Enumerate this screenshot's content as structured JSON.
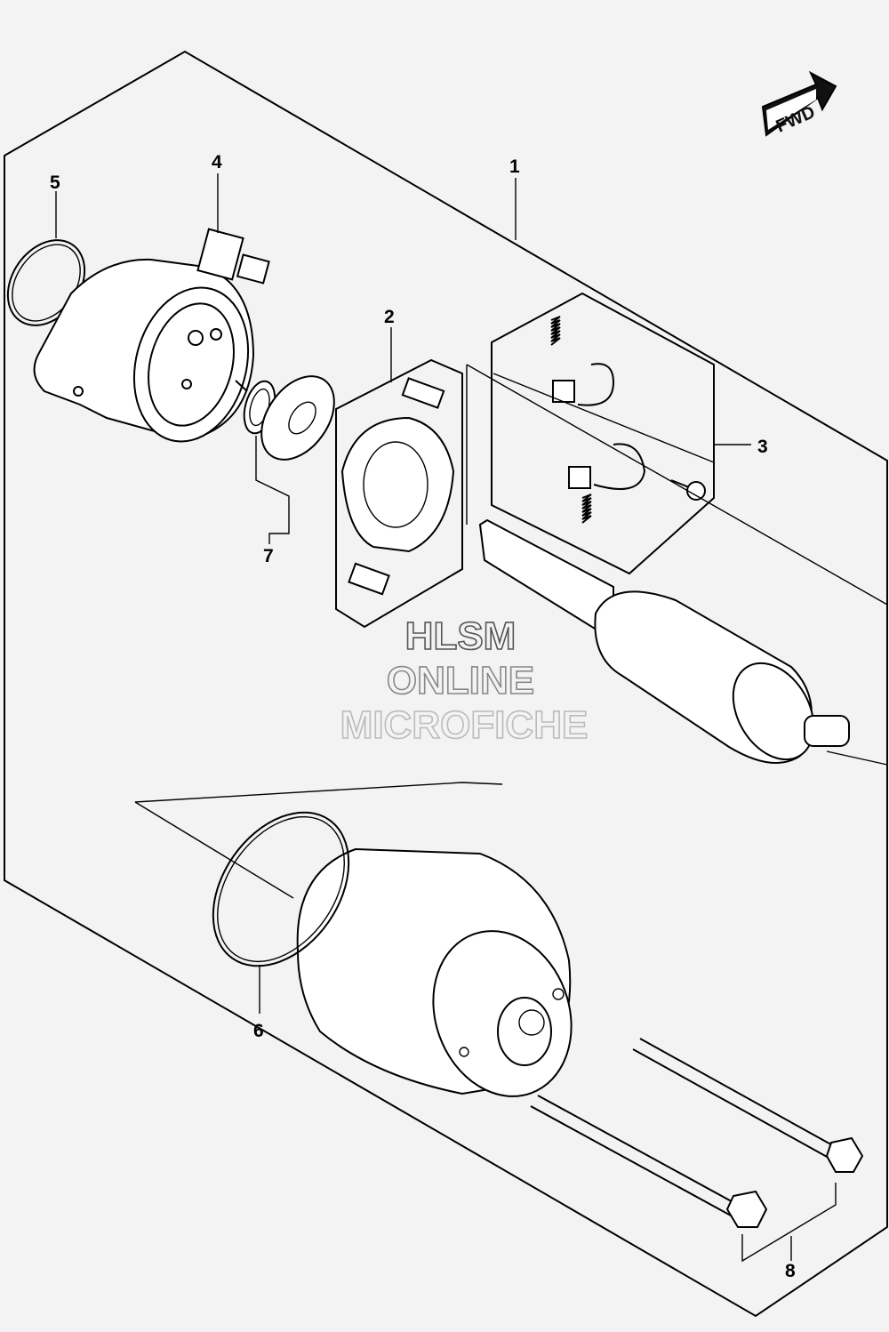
{
  "diagram": {
    "fwd_label": "FWD",
    "callouts": {
      "c1": "1",
      "c2": "2",
      "c3": "3",
      "c4": "4",
      "c5": "5",
      "c6": "6",
      "c7": "7",
      "c8": "8"
    },
    "watermark": {
      "line1": "HLSM",
      "line2": "ONLINE",
      "line3": "MICROFICHE"
    }
  }
}
